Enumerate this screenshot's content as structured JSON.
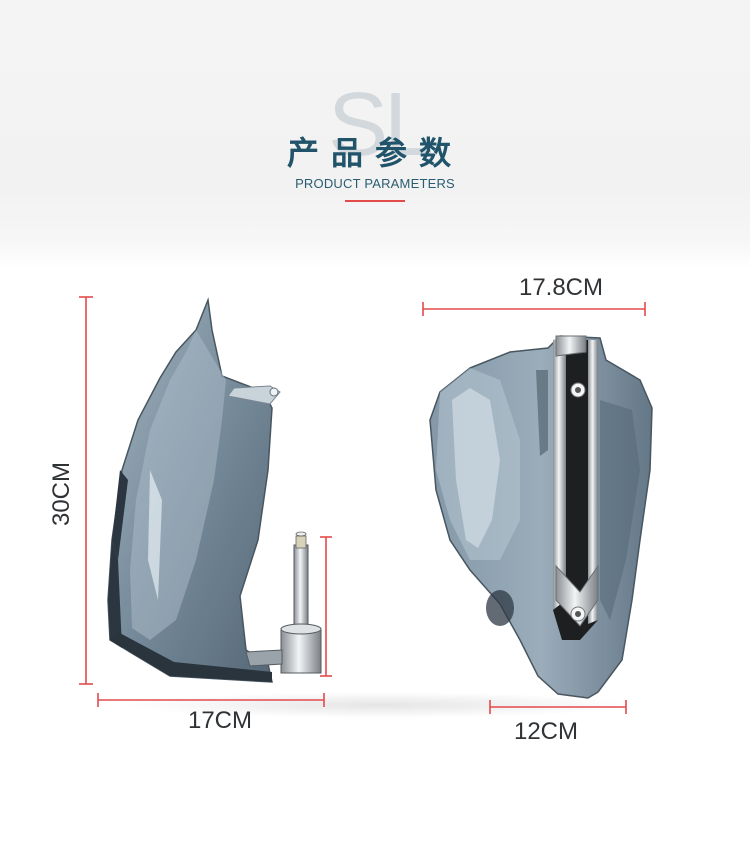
{
  "header": {
    "watermark": "SL",
    "title": "产品参数",
    "subtitle": "PRODUCT PARAMETERS"
  },
  "dimensions": {
    "height": "30CM",
    "side_width": "17CM",
    "front_width": "17.8CM",
    "mount_width": "12CM"
  },
  "colors": {
    "title": "#21546a",
    "accent": "#e34b4b",
    "dimension_line": "#e34b4b",
    "product_smoke": "#6b7e8e"
  }
}
